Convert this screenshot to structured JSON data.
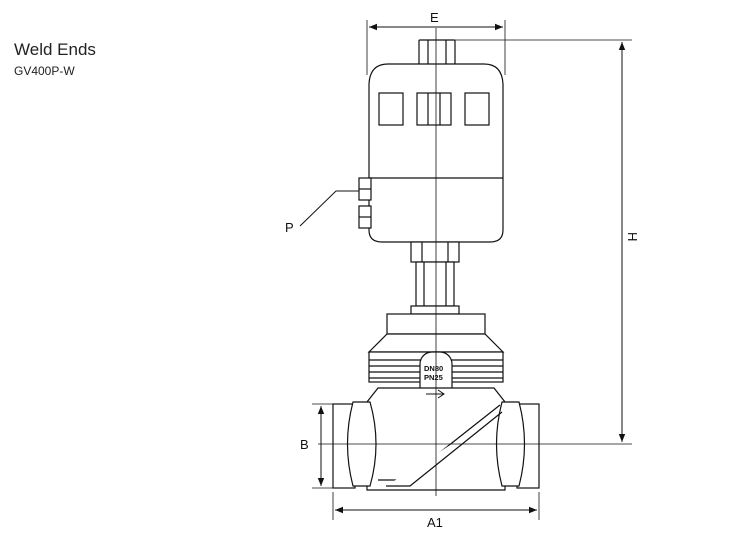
{
  "header": {
    "title": "Weld Ends",
    "model": "GV400P-W"
  },
  "dimensions": {
    "E": "E",
    "H": "H",
    "P": "P",
    "B": "B",
    "A1": "A1"
  },
  "body_markings": {
    "dn": "DN80",
    "pn": "PN25"
  },
  "colors": {
    "line": "#111111",
    "fill": "#ffffff"
  }
}
